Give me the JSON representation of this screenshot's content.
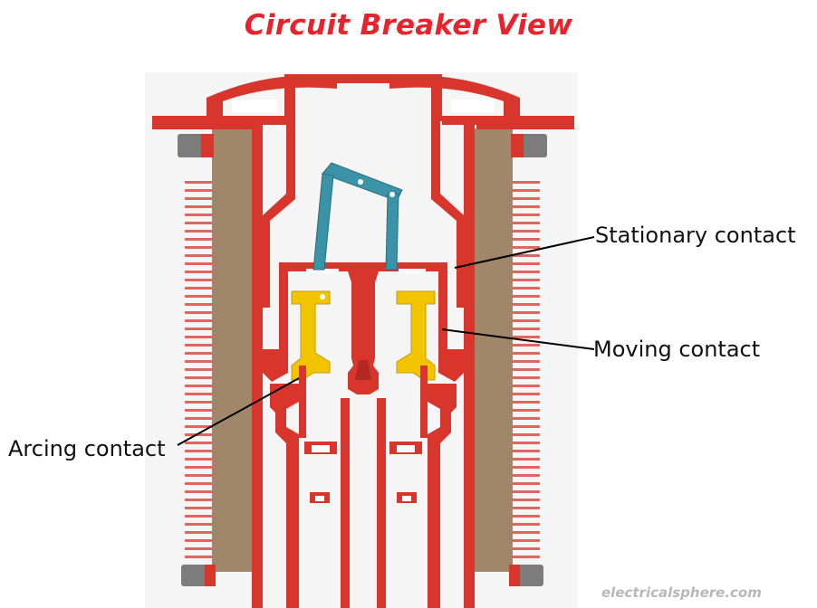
{
  "title": "Circuit Breaker View",
  "labels": {
    "stationary_contact": "Stationary contact",
    "moving_contact": "Moving contact",
    "arcing_contact": "Arcing contact"
  },
  "watermark": "electricalsphere.com",
  "colors": {
    "title": "#e8232b",
    "body_red": "#d8362c",
    "insulator": "#a0866a",
    "contacts_yellow": "#f2c400",
    "linkage_teal": "#3a93a6",
    "flange_gray": "#7c7c7c",
    "leader_line": "#000000"
  }
}
